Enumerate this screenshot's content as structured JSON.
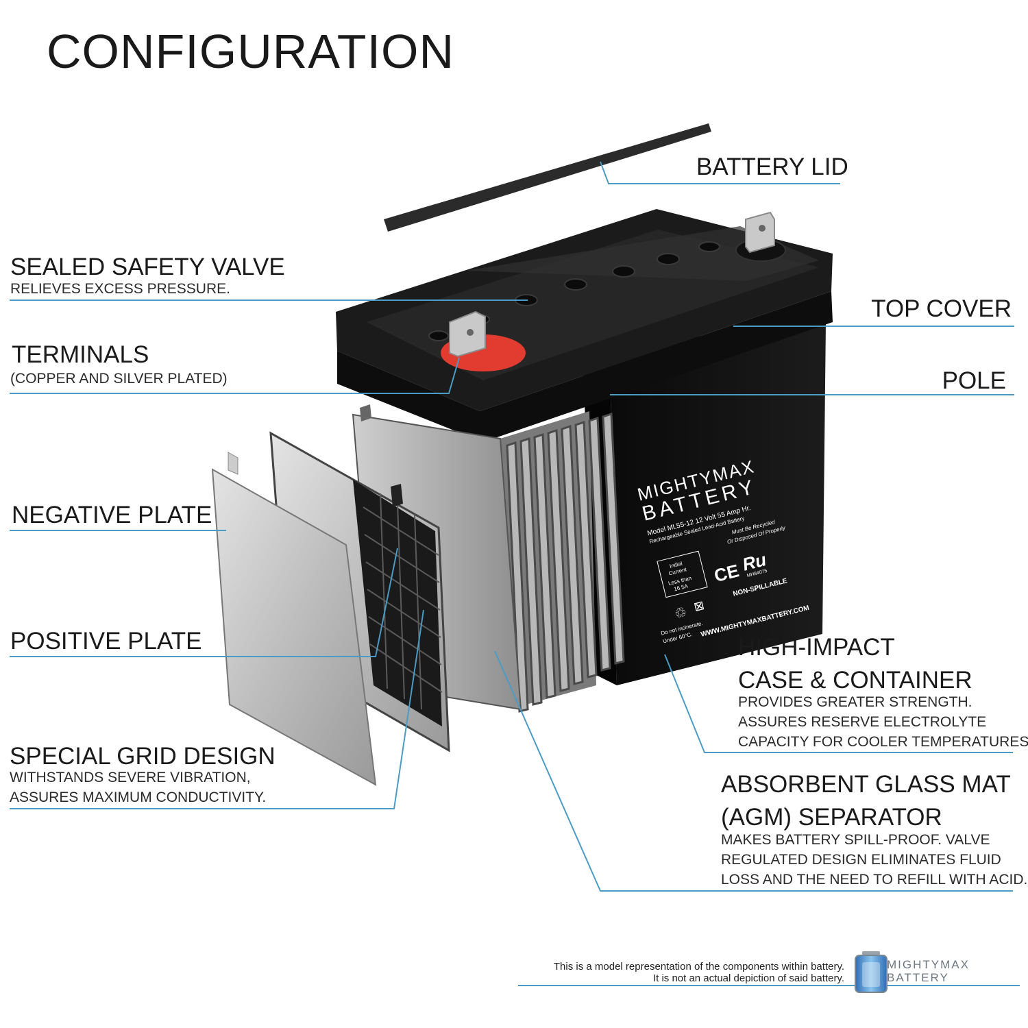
{
  "title": "CONFIGURATION",
  "labels": {
    "battery_lid": "BATTERY LID",
    "valve_title": "SEALED SAFETY VALVE",
    "valve_desc": "RELIEVES EXCESS PRESSURE.",
    "terminals_title": "TERMINALS",
    "terminals_desc": "(COPPER AND SILVER PLATED)",
    "top_cover": "TOP COVER",
    "pole": "POLE",
    "negative_plate": "NEGATIVE PLATE",
    "positive_plate": "POSITIVE PLATE",
    "grid_title": "SPECIAL GRID DESIGN",
    "grid_desc": [
      "WITHSTANDS SEVERE VIBRATION,",
      "ASSURES MAXIMUM CONDUCTIVITY."
    ],
    "case_title": [
      "HIGH-IMPACT",
      "CASE & CONTAINER"
    ],
    "case_desc": [
      "PROVIDES GREATER STRENGTH.",
      "ASSURES RESERVE ELECTROLYTE",
      "CAPACITY FOR COOLER TEMPERATURES."
    ],
    "agm_title": [
      "ABSORBENT GLASS MAT",
      "(AGM) SEPARATOR"
    ],
    "agm_desc": [
      "MAKES BATTERY SPILL-PROOF. VALVE",
      "REGULATED DESIGN ELIMINATES FLUID",
      "LOSS AND THE NEED TO REFILL WITH ACID."
    ]
  },
  "battery_label": {
    "brand": [
      "MIGHTYMAX",
      "BATTERY"
    ],
    "model": "Model ML55-12  12 Volt 55 Amp Hr.",
    "type": "Rechargeable Sealed Lead-Acid Battery",
    "recycle": [
      "Must Be Recycled",
      "Or Disposed Of Properly"
    ],
    "current": [
      "Initial",
      "Current",
      "Less than",
      "16.5A"
    ],
    "cert": "MH84075",
    "non_spillable": "NON-SPILLABLE",
    "website": "WWW.MIGHTYMAXBATTERY.COM",
    "warning": [
      "Do not incinerate.",
      "Under 60°C."
    ]
  },
  "footer": [
    "This is a model representation of the components within battery.",
    "It is not an actual depiction of said battery."
  ],
  "logo": [
    "MIGHTYMAX",
    "BATTERY"
  ],
  "colors": {
    "leader": "#4a9cc4",
    "red": "#e23b30",
    "case": "#111111"
  }
}
